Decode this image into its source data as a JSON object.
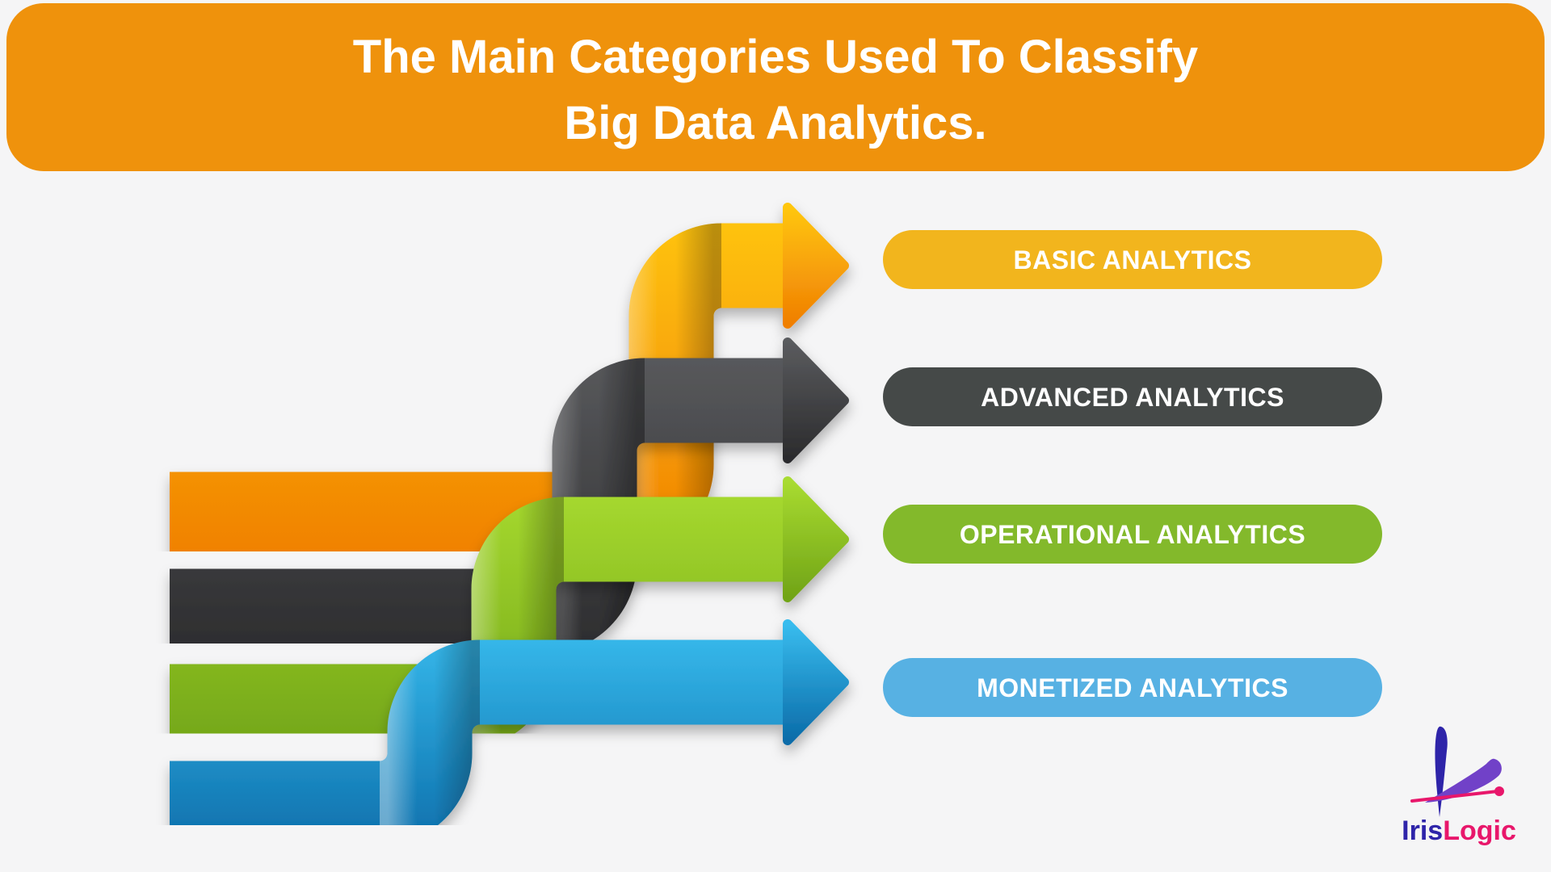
{
  "page": {
    "background_color": "#F5F5F6"
  },
  "banner": {
    "title_line1": "The Main Categories Used To Classify",
    "title_line2": "Big Data Analytics.",
    "color": "#EF920C",
    "text_color": "#FFFFFF"
  },
  "categories": [
    {
      "label": "BASIC ANALYTICS",
      "pill_color": "#F2B51D",
      "text_color": "#FFFFFF",
      "ribbon": {
        "light": "#FFC60D",
        "dark": "#F07F04"
      }
    },
    {
      "label": "ADVANCED ANALYTICS",
      "pill_color": "#454948",
      "text_color": "#FFFFFF",
      "ribbon": {
        "light": "#5A5B5E",
        "dark": "#2B2B2D"
      }
    },
    {
      "label": "OPERATIONAL ANALYTICS",
      "pill_color": "#83B92B",
      "text_color": "#FFFFFF",
      "ribbon": {
        "light": "#A8DB30",
        "dark": "#71A417"
      }
    },
    {
      "label": "MONETIZED ANALYTICS",
      "pill_color": "#57B1E3",
      "text_color": "#FFFFFF",
      "ribbon": {
        "light": "#38BCEE",
        "dark": "#0B6CA9"
      }
    }
  ],
  "logo": {
    "text_primary": "Iris",
    "text_secondary": "Logic",
    "color_primary": "#2E24A9",
    "color_secondary": "#E8176B",
    "color_accent_purple": "#7141C8"
  }
}
